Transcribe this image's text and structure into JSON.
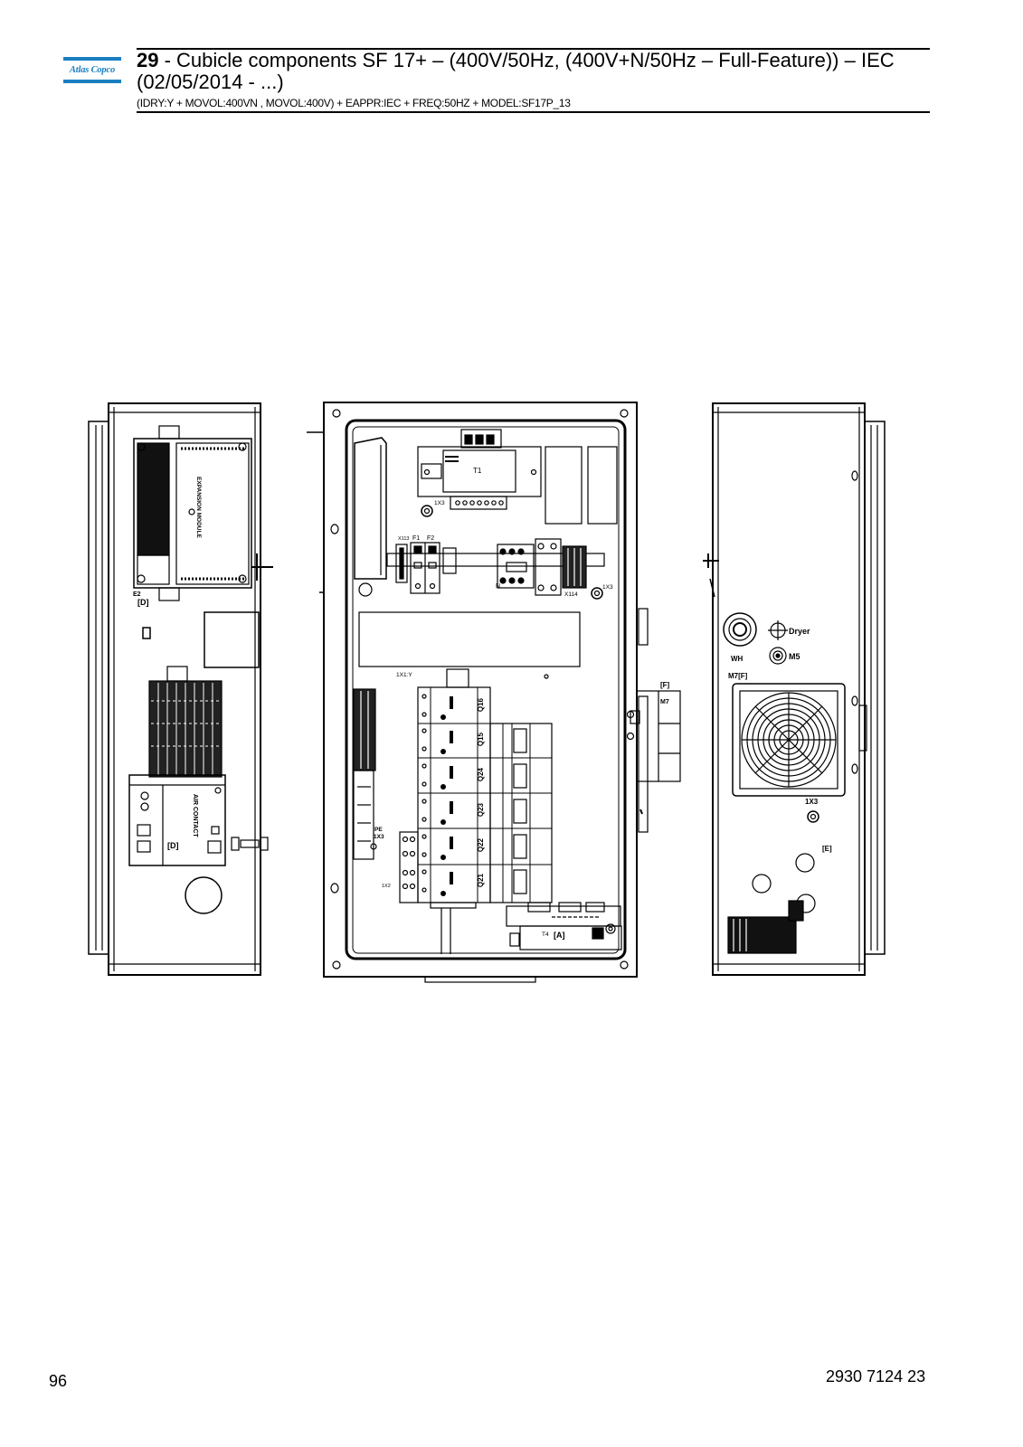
{
  "header": {
    "logo_text": "Atlas Copco",
    "title_number": "29",
    "title_text": " - Cubicle components SF 17+ – (400V/50Hz, (400V+N/50Hz – Full-Feature)) – IEC (02/05/2014 - ...)",
    "subtitle": "(IDRY:Y + MOVOL:400VN , MOVOL:400V) + EAPPR:IEC + FREQ:50HZ + MODEL:SF17P_13"
  },
  "diagram_labels": {
    "expansion_module": "EXPANSION MODULE",
    "e2": "E2",
    "d_top": "[D]",
    "air_contact": "AIR CONTACT",
    "d_bottom": "[D]",
    "t1": "T1",
    "x3_top": "1X3",
    "x113": "X113",
    "f1": "F1",
    "f2": "F2",
    "x114": "X114",
    "x3_right": "1X3",
    "n": "N",
    "x1y": "1X1:Y",
    "q16": "Q16",
    "q15": "Q15",
    "q24": "Q24",
    "q23": "Q23",
    "q22": "Q22",
    "q21": "Q21",
    "pe": "PE",
    "pe_x3": "1X3",
    "x2": "1X2",
    "t4": "T4",
    "a": "[A]",
    "f_bracket": "[F]",
    "m7": "M7",
    "dryer": "Dryer",
    "wh": "WH",
    "m5": "M5",
    "m7f": "M7[F]",
    "x3_fan": "1X3",
    "e_bracket": "[E]"
  },
  "footer": {
    "page_number": "96",
    "document_number": "2930 7124 23"
  }
}
